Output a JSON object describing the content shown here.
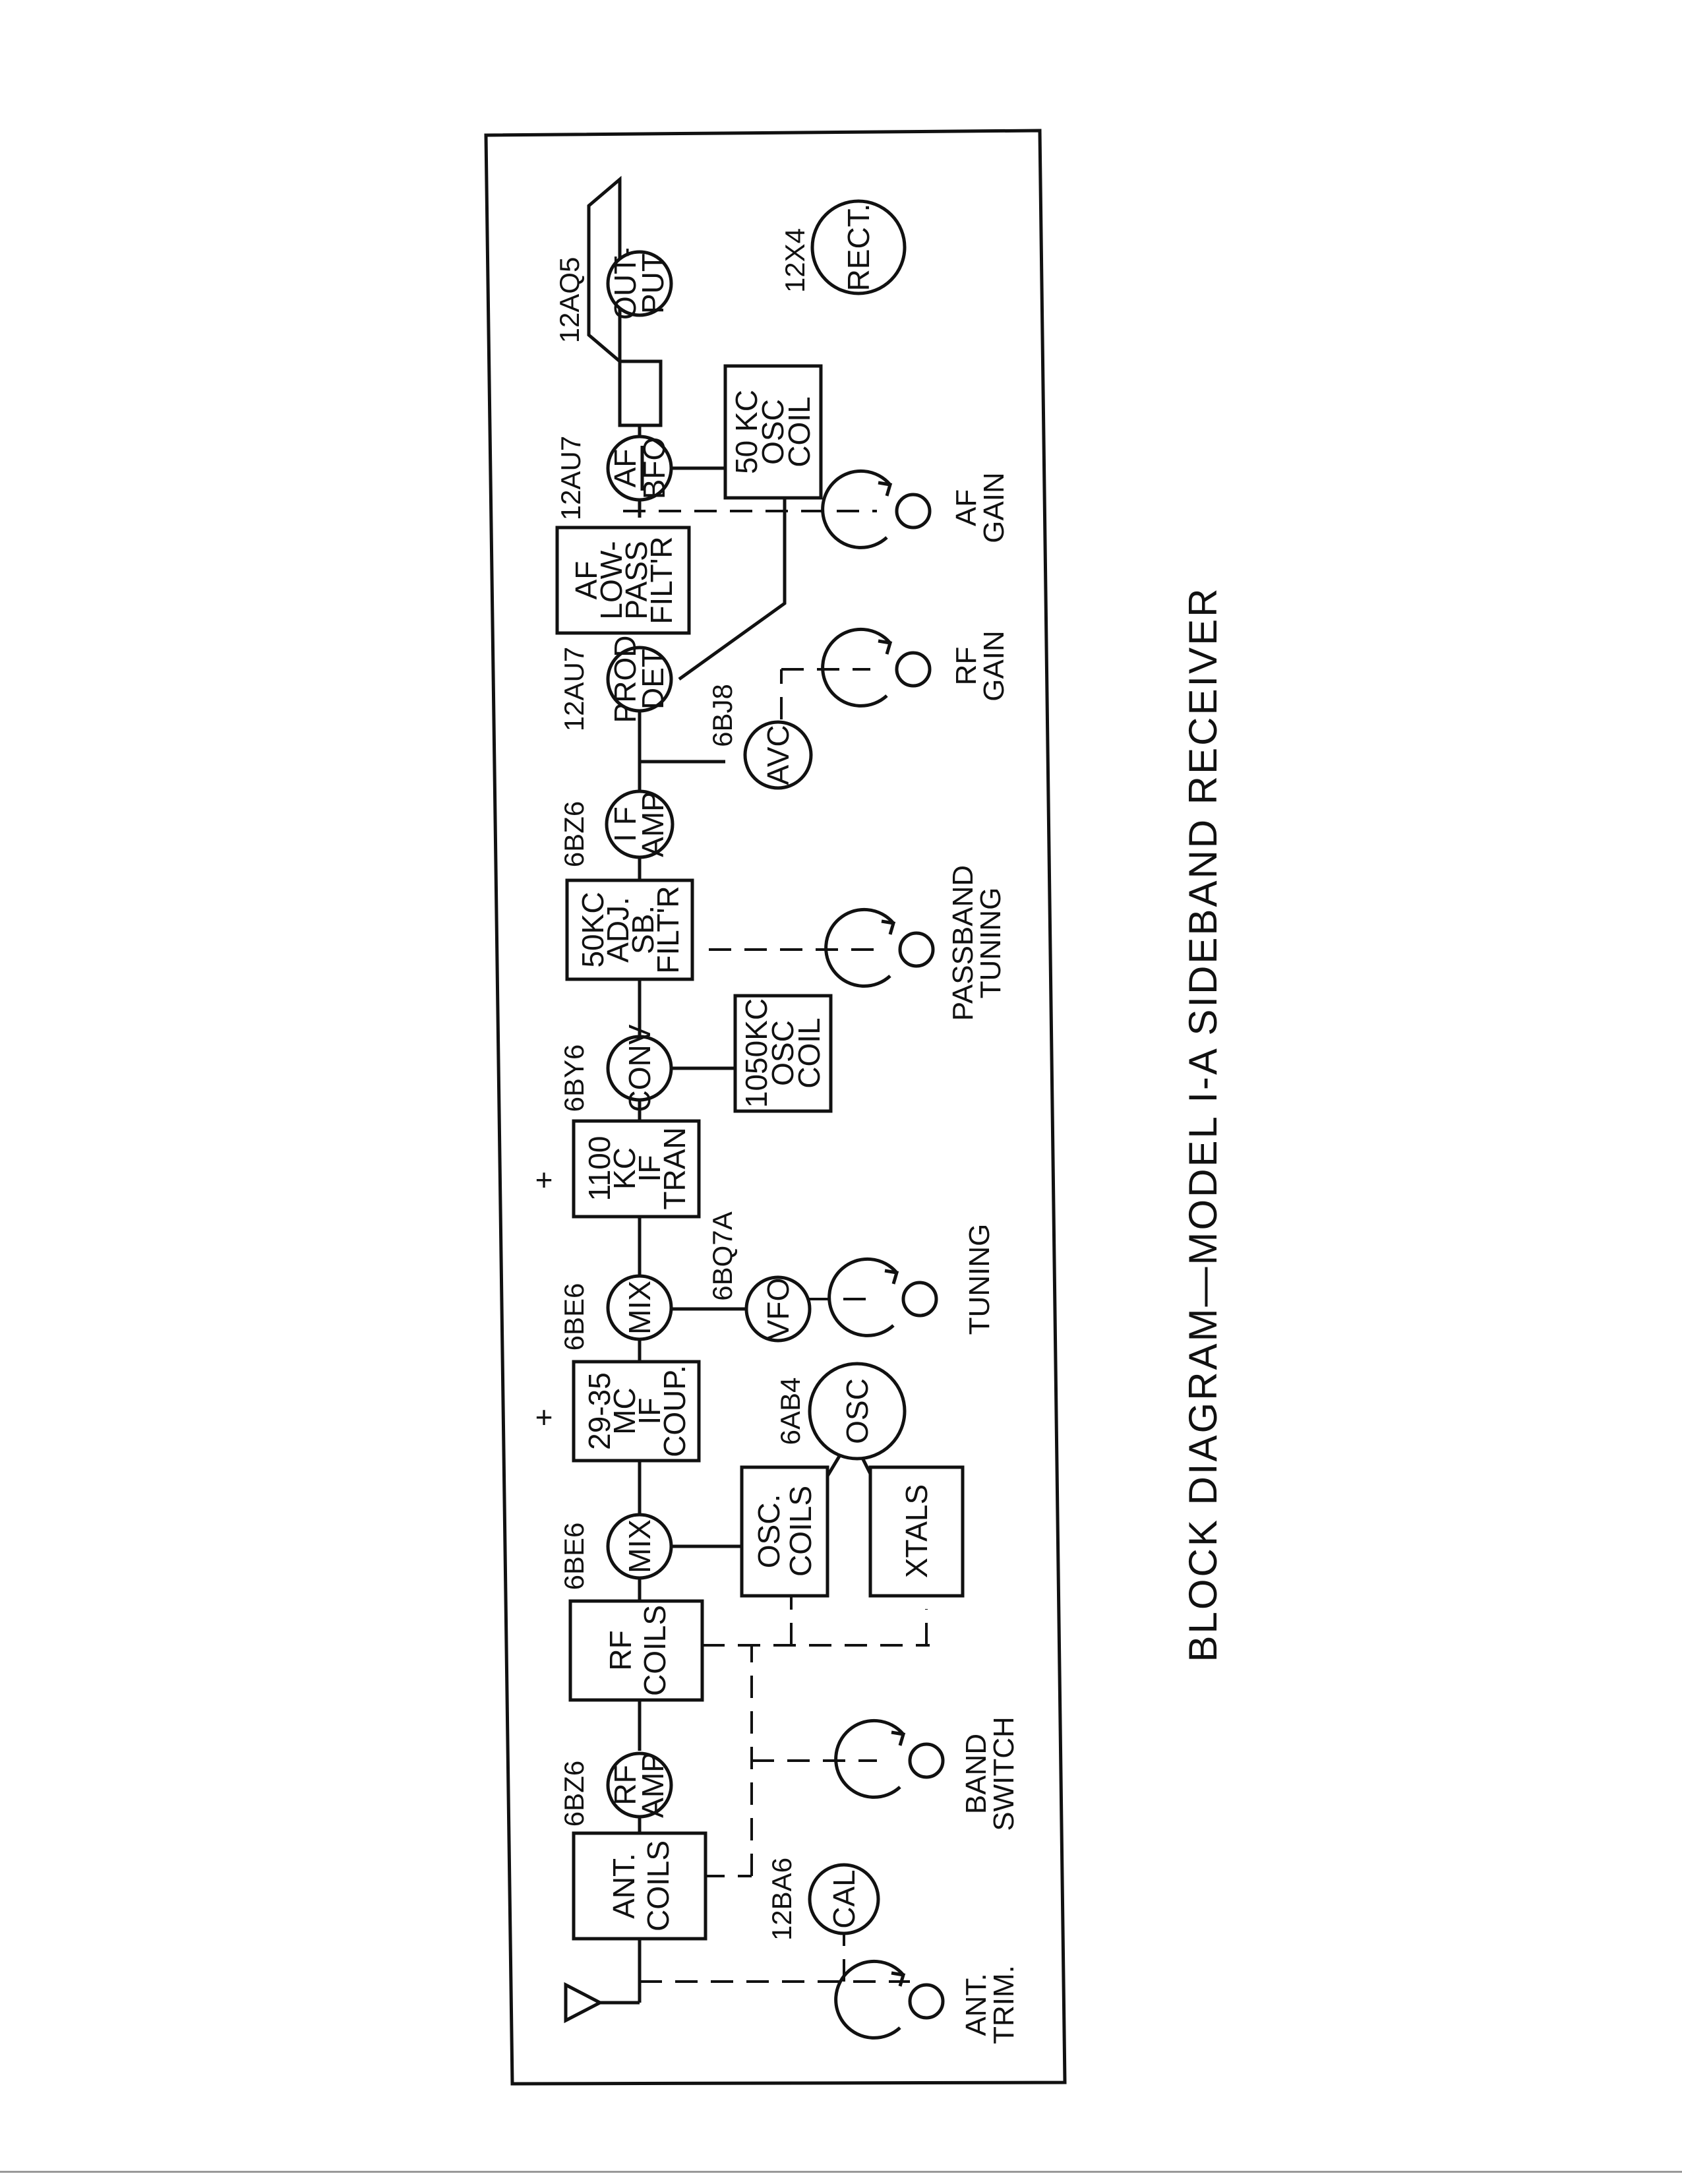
{
  "title": "BLOCK DIAGRAM—MODEL I-A SIDEBAND RECEIVER",
  "blocks": {
    "ant_coils": [
      "ANT.",
      "COILS"
    ],
    "rf_amp": [
      "RF",
      "AMP"
    ],
    "rf_coils": [
      "RF",
      "COILS"
    ],
    "mix1": [
      "MIX"
    ],
    "if_coup": [
      "29-35",
      "MC",
      "IF",
      "COUP."
    ],
    "mix2": [
      "MIX"
    ],
    "if_tran": [
      "1100",
      "KC",
      "IF",
      "TRAN"
    ],
    "conv": [
      "CONV"
    ],
    "sb_filter": [
      "50KC",
      "ADJ.",
      "SB.",
      "FILT'R"
    ],
    "if_amp": [
      "I F",
      "AMP"
    ],
    "prod_det": [
      "PROD",
      "DET"
    ],
    "lowpass": [
      "AF",
      "LOW-",
      "PASS",
      "FILT'R"
    ],
    "af_bfo": [
      "AF",
      "BFO"
    ],
    "output": [
      "OUT-",
      "PUT"
    ],
    "rect": [
      "RECT."
    ],
    "cal": [
      "CAL"
    ],
    "osc_coils": [
      "OSC.",
      "COILS"
    ],
    "xtals": [
      "XTALS"
    ],
    "osc": [
      "OSC"
    ],
    "vfo": [
      "VFO"
    ],
    "osc1050": [
      "1050KC",
      "OSC",
      "COIL"
    ],
    "avc": [
      "AVC"
    ],
    "osc50": [
      "50 KC",
      "OSC",
      "COIL"
    ]
  },
  "tubes": {
    "rf_amp": "6BZ6",
    "mix1": "6BE6",
    "mix2": "6BE6",
    "conv": "6BY6",
    "if_amp": "6BZ6",
    "prod_det": "12AU7",
    "af_bfo": "12AU7",
    "output": "12AQ5",
    "rect": "12X4",
    "cal": "12BA6",
    "osc": "6AB4",
    "vfo": "6BQ7A",
    "avc": "6BJ8"
  },
  "controls": {
    "ant_trim": [
      "ANT.",
      "TRIM."
    ],
    "band_switch": [
      "BAND",
      "SWITCH"
    ],
    "tuning": [
      "TUNING"
    ],
    "passband": [
      "PASSBAND",
      "TUNING"
    ],
    "rf_gain": [
      "RF",
      "GAIN"
    ],
    "af_gain": [
      "AF",
      "GAIN"
    ]
  },
  "marks": {
    "plus1": "+",
    "plus2": "+"
  }
}
